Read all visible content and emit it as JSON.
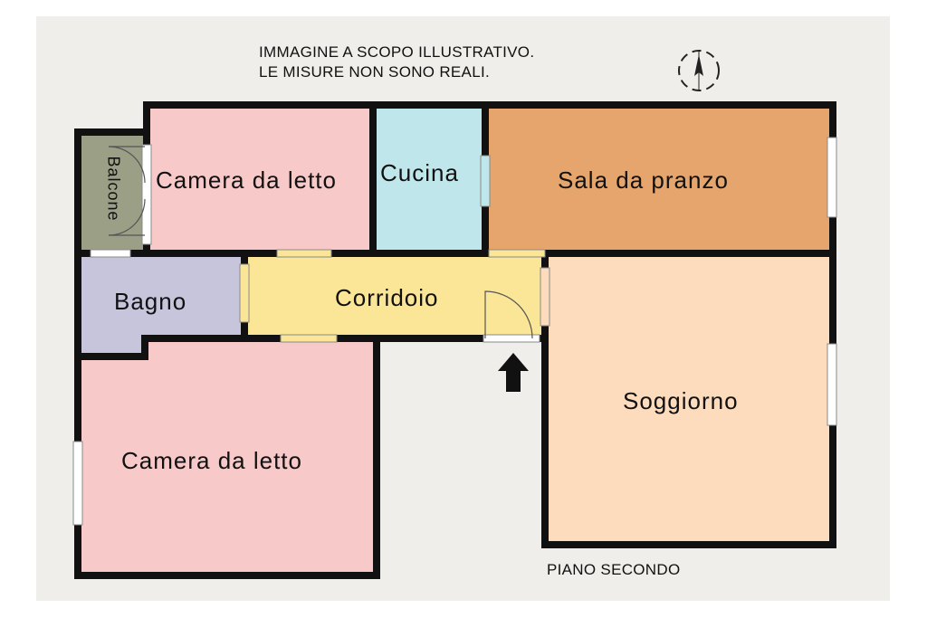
{
  "notes": {
    "line1": "IMMAGINE A SCOPO ILLUSTRATIVO.",
    "line2": "LE MISURE NON SONO REALI.",
    "floor": "PIANO SECONDO"
  },
  "rooms": {
    "balcone": "Balcone",
    "camera_top": "Camera da letto",
    "cucina": "Cucina",
    "sala_pranzo": "Sala da pranzo",
    "bagno": "Bagno",
    "corridoio": "Corridoio",
    "soggiorno": "Soggiorno",
    "camera_bottom": "Camera da letto"
  },
  "colors": {
    "wall": "#111111",
    "camera": "#f8c9c9",
    "cucina": "#bfe6ea",
    "sala_pranzo": "#e5a56c",
    "bagno": "#c6c5dc",
    "corridoio": "#fbe596",
    "soggiorno": "#fcdcbc",
    "balcone": "#9a9f86"
  },
  "icons": {
    "compass": "compass-icon",
    "entrance": "entrance-arrow-icon"
  }
}
